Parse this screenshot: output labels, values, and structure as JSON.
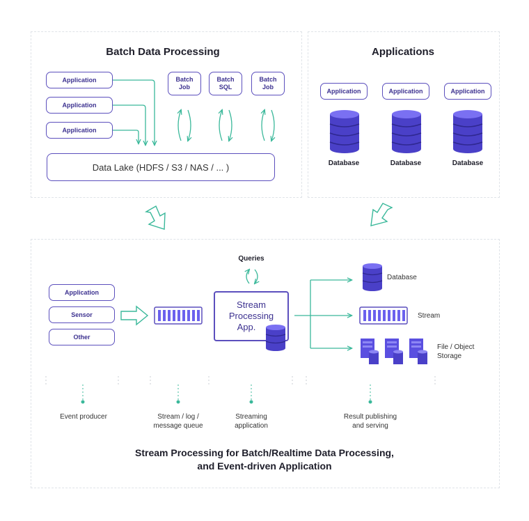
{
  "colors": {
    "accent": "#5b4fbd",
    "arrow": "#3ab89a",
    "db": "#5a4fe0"
  },
  "batch": {
    "title": "Batch Data Processing",
    "apps": [
      "Application",
      "Application",
      "Application"
    ],
    "jobs": [
      {
        "line1": "Batch",
        "line2": "Job"
      },
      {
        "line1": "Batch",
        "line2": "SQL"
      },
      {
        "line1": "Batch",
        "line2": "Job"
      }
    ],
    "lake": "Data Lake (HDFS / S3 / NAS / ... )"
  },
  "apps_panel": {
    "title": "Applications",
    "apps": [
      "Application",
      "Application",
      "Application"
    ],
    "db_label": "Database"
  },
  "stream": {
    "producers": [
      "Application",
      "Sensor",
      "Other"
    ],
    "queries": "Queries",
    "app_line1": "Stream",
    "app_line2": "Processing",
    "app_line3": "App.",
    "outputs": {
      "database": "Database",
      "stream": "Stream",
      "storage_1": "File / Object",
      "storage_2": "Storage"
    },
    "captions": {
      "producer": "Event producer",
      "queue_1": "Stream / log /",
      "queue_2": "message queue",
      "app_1": "Streaming",
      "app_2": "application",
      "result_1": "Result publishing",
      "result_2": "and serving"
    },
    "title_1": "Stream Processing for Batch/Realtime Data Processing,",
    "title_2": "and Event-driven Application"
  }
}
